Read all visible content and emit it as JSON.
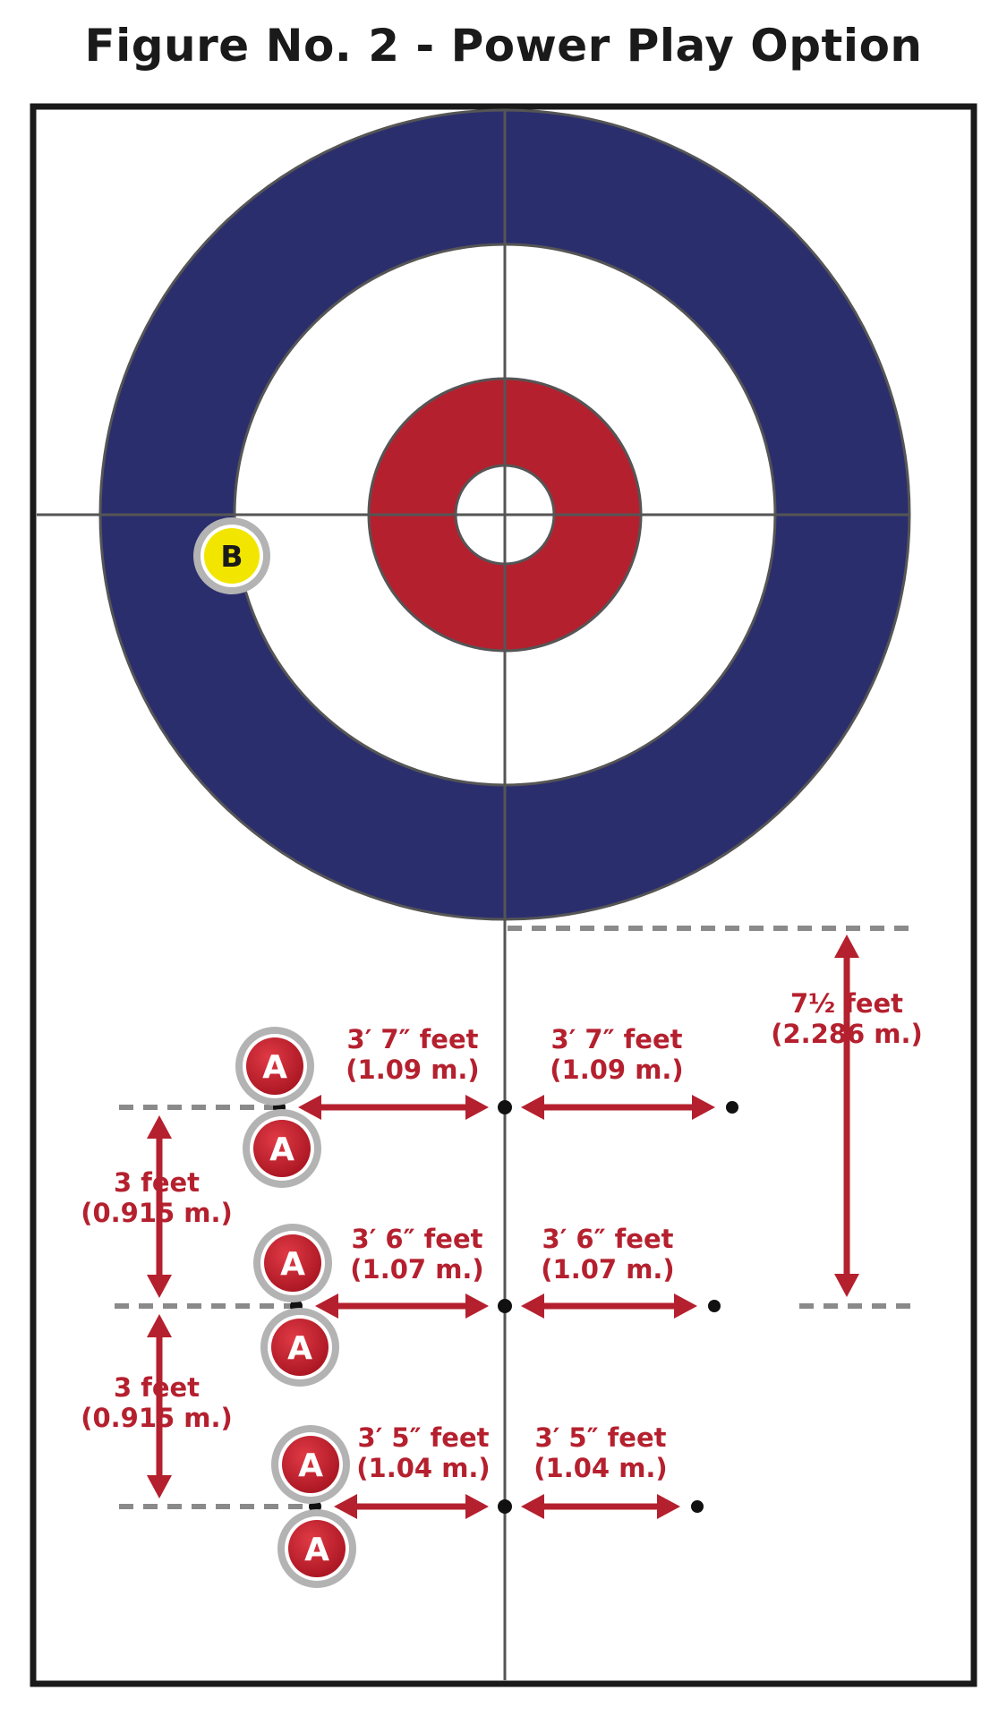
{
  "title": "Figure No. 2 - Power Play Option",
  "colors": {
    "blue_ring": "#2b2e6d",
    "red_ring": "#b5202e",
    "arrow": "#b5202e",
    "line": "#555555",
    "dash": "#8a8a8a",
    "stone_a": "#c8202c",
    "stone_b": "#f2e600",
    "stone_border": "#b3b3b3"
  },
  "stones": {
    "b_label": "B",
    "a_label": "A"
  },
  "rows": [
    {
      "left_label_1": "3′ 7″ feet",
      "left_label_2": "(1.09 m.)",
      "right_label_1": "3′ 7″ feet",
      "right_label_2": "(1.09 m.)"
    },
    {
      "left_label_1": "3′ 6″ feet",
      "left_label_2": "(1.07 m.)",
      "right_label_1": "3′ 6″ feet",
      "right_label_2": "(1.07 m.)"
    },
    {
      "left_label_1": "3′ 5″ feet",
      "left_label_2": "(1.04 m.)",
      "right_label_1": "3′ 5″ feet",
      "right_label_2": "(1.04 m.)"
    }
  ],
  "spacing": [
    {
      "label_1": "3 feet",
      "label_2": "(0.915 m.)"
    },
    {
      "label_1": "3 feet",
      "label_2": "(0.915 m.)"
    }
  ],
  "total": {
    "label_1": "7½ feet",
    "label_2": "(2.286 m.)"
  }
}
